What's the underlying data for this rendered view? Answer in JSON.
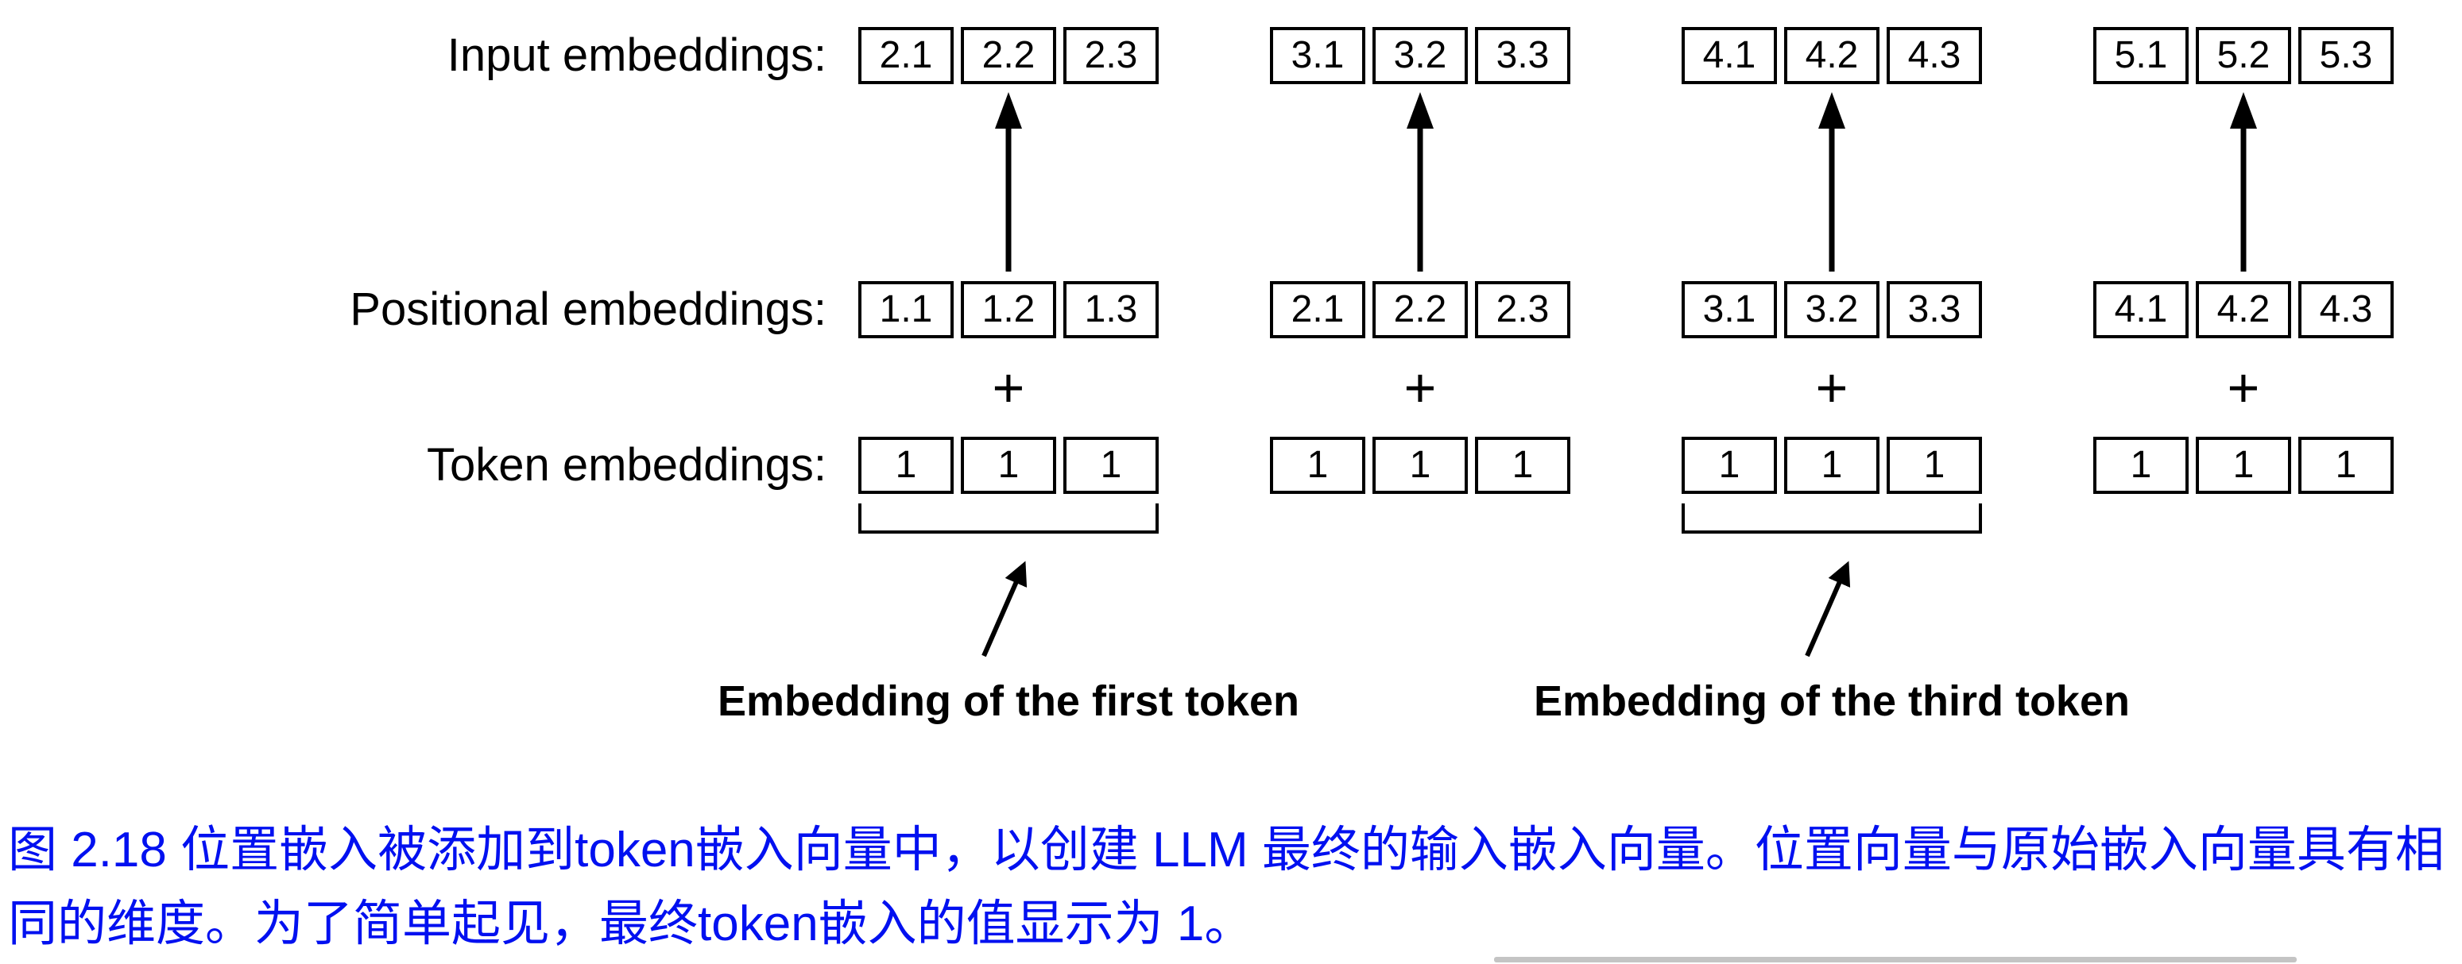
{
  "figure": {
    "rows": {
      "input": {
        "label": "Input embeddings:",
        "groups": [
          [
            "2.1",
            "2.2",
            "2.3"
          ],
          [
            "3.1",
            "3.2",
            "3.3"
          ],
          [
            "4.1",
            "4.2",
            "4.3"
          ],
          [
            "5.1",
            "5.2",
            "5.3"
          ]
        ]
      },
      "positional": {
        "label": "Positional embeddings:",
        "groups": [
          [
            "1.1",
            "1.2",
            "1.3"
          ],
          [
            "2.1",
            "2.2",
            "2.3"
          ],
          [
            "3.1",
            "3.2",
            "3.3"
          ],
          [
            "4.1",
            "4.2",
            "4.3"
          ]
        ]
      },
      "token": {
        "label": "Token embeddings:",
        "groups": [
          [
            "1",
            "1",
            "1"
          ],
          [
            "1",
            "1",
            "1"
          ],
          [
            "1",
            "1",
            "1"
          ],
          [
            "1",
            "1",
            "1"
          ]
        ]
      }
    },
    "operators": {
      "plus": "+"
    },
    "annotations": {
      "first_token": "Embedding of the first token",
      "third_token": "Embedding of the third token"
    }
  },
  "caption": "图 2.18 位置嵌入被添加到token嵌入向量中，以创建 LLM 最终的输入嵌入向量。位置向量与原始嵌入向量具有相同的维度。为了简单起见，最终token嵌入的值显示为 1。",
  "colors": {
    "background": "#ffffff",
    "diagram": "#000000",
    "caption_text": "#0010f0"
  }
}
